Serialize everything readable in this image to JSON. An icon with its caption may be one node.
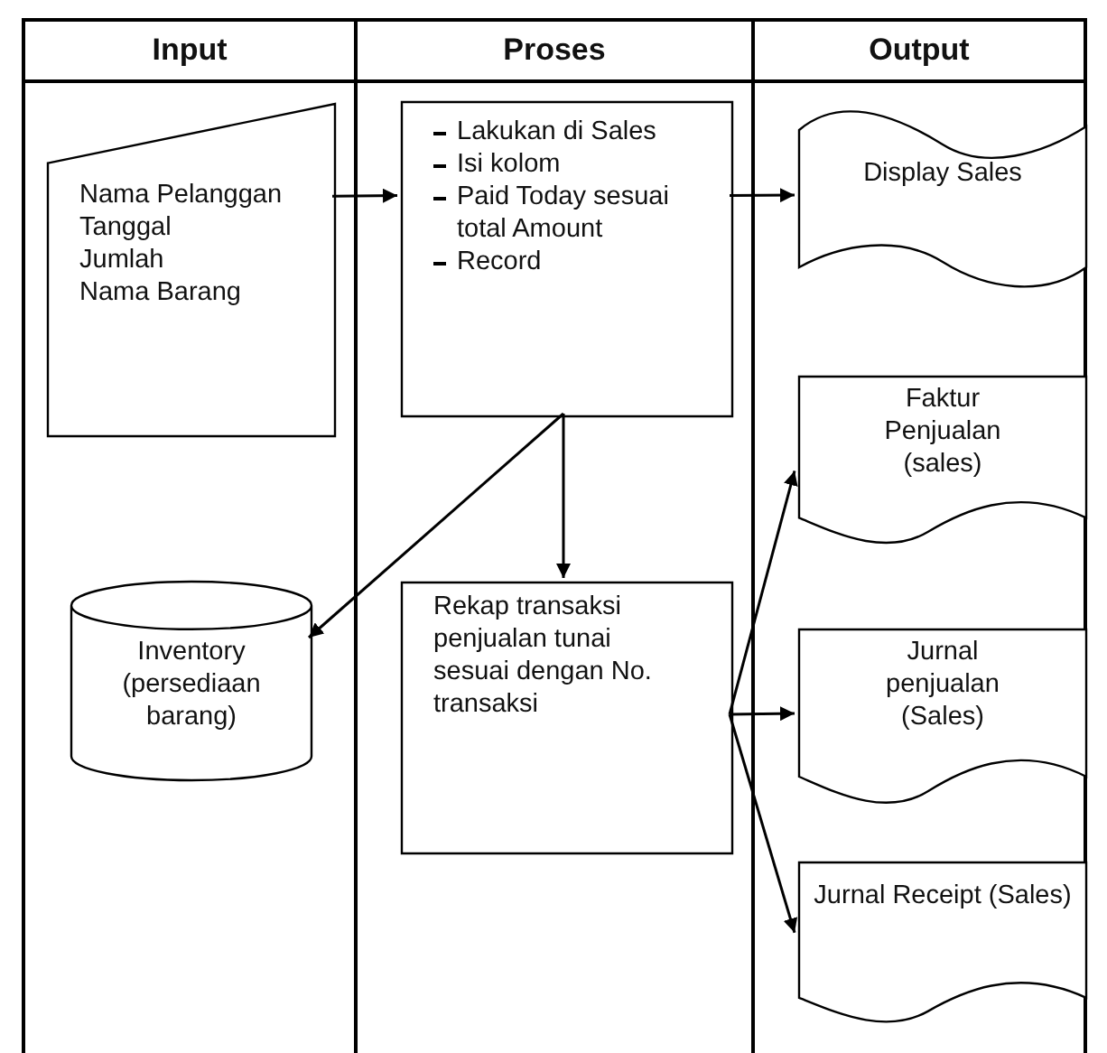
{
  "diagram": {
    "nodes": [
      {
        "text": [
          "Input"
        ]
      },
      {
        "text": [
          "Proses"
        ]
      },
      {
        "text": [
          "Output"
        ]
      },
      {
        "text": [
          "Nama Pelanggan",
          "Tanggal",
          "Jumlah",
          "Nama Barang"
        ],
        "in": 0
      },
      {
        "text": [
          "Lakukan di Sales",
          "Isi kolom",
          "Paid Today sesuai total Amount",
          "Record"
        ],
        "in": 1
      },
      {
        "text": [
          "Display Sales"
        ],
        "in": 2
      },
      {
        "text": [
          "Faktur Penjualan (sales)"
        ],
        "in": 2
      },
      {
        "text": [
          "Inventory (persediaan barang)"
        ],
        "in": 0
      },
      {
        "text": [
          "Rekap transaksi penjualan tunai sesuai dengan No. transaksi"
        ],
        "in": 1
      },
      {
        "text": [
          "Jurnal penjualan (Sales)"
        ],
        "in": 2
      },
      {
        "text": [
          "Jurnal Receipt (Sales)"
        ],
        "in": 2
      }
    ],
    "edges": [
      {
        "from": 3,
        "to": 4,
        "arrow": "to"
      },
      {
        "from": 4,
        "to": 5,
        "arrow": "to"
      },
      {
        "from": 4,
        "to": 7,
        "arrow": "to"
      },
      {
        "from": 4,
        "to": 8,
        "arrow": "to"
      },
      {
        "from": 8,
        "to": 6,
        "arrow": "to"
      },
      {
        "from": 8,
        "to": 9,
        "arrow": "to"
      },
      {
        "from": 8,
        "to": 10,
        "arrow": "to"
      }
    ]
  }
}
